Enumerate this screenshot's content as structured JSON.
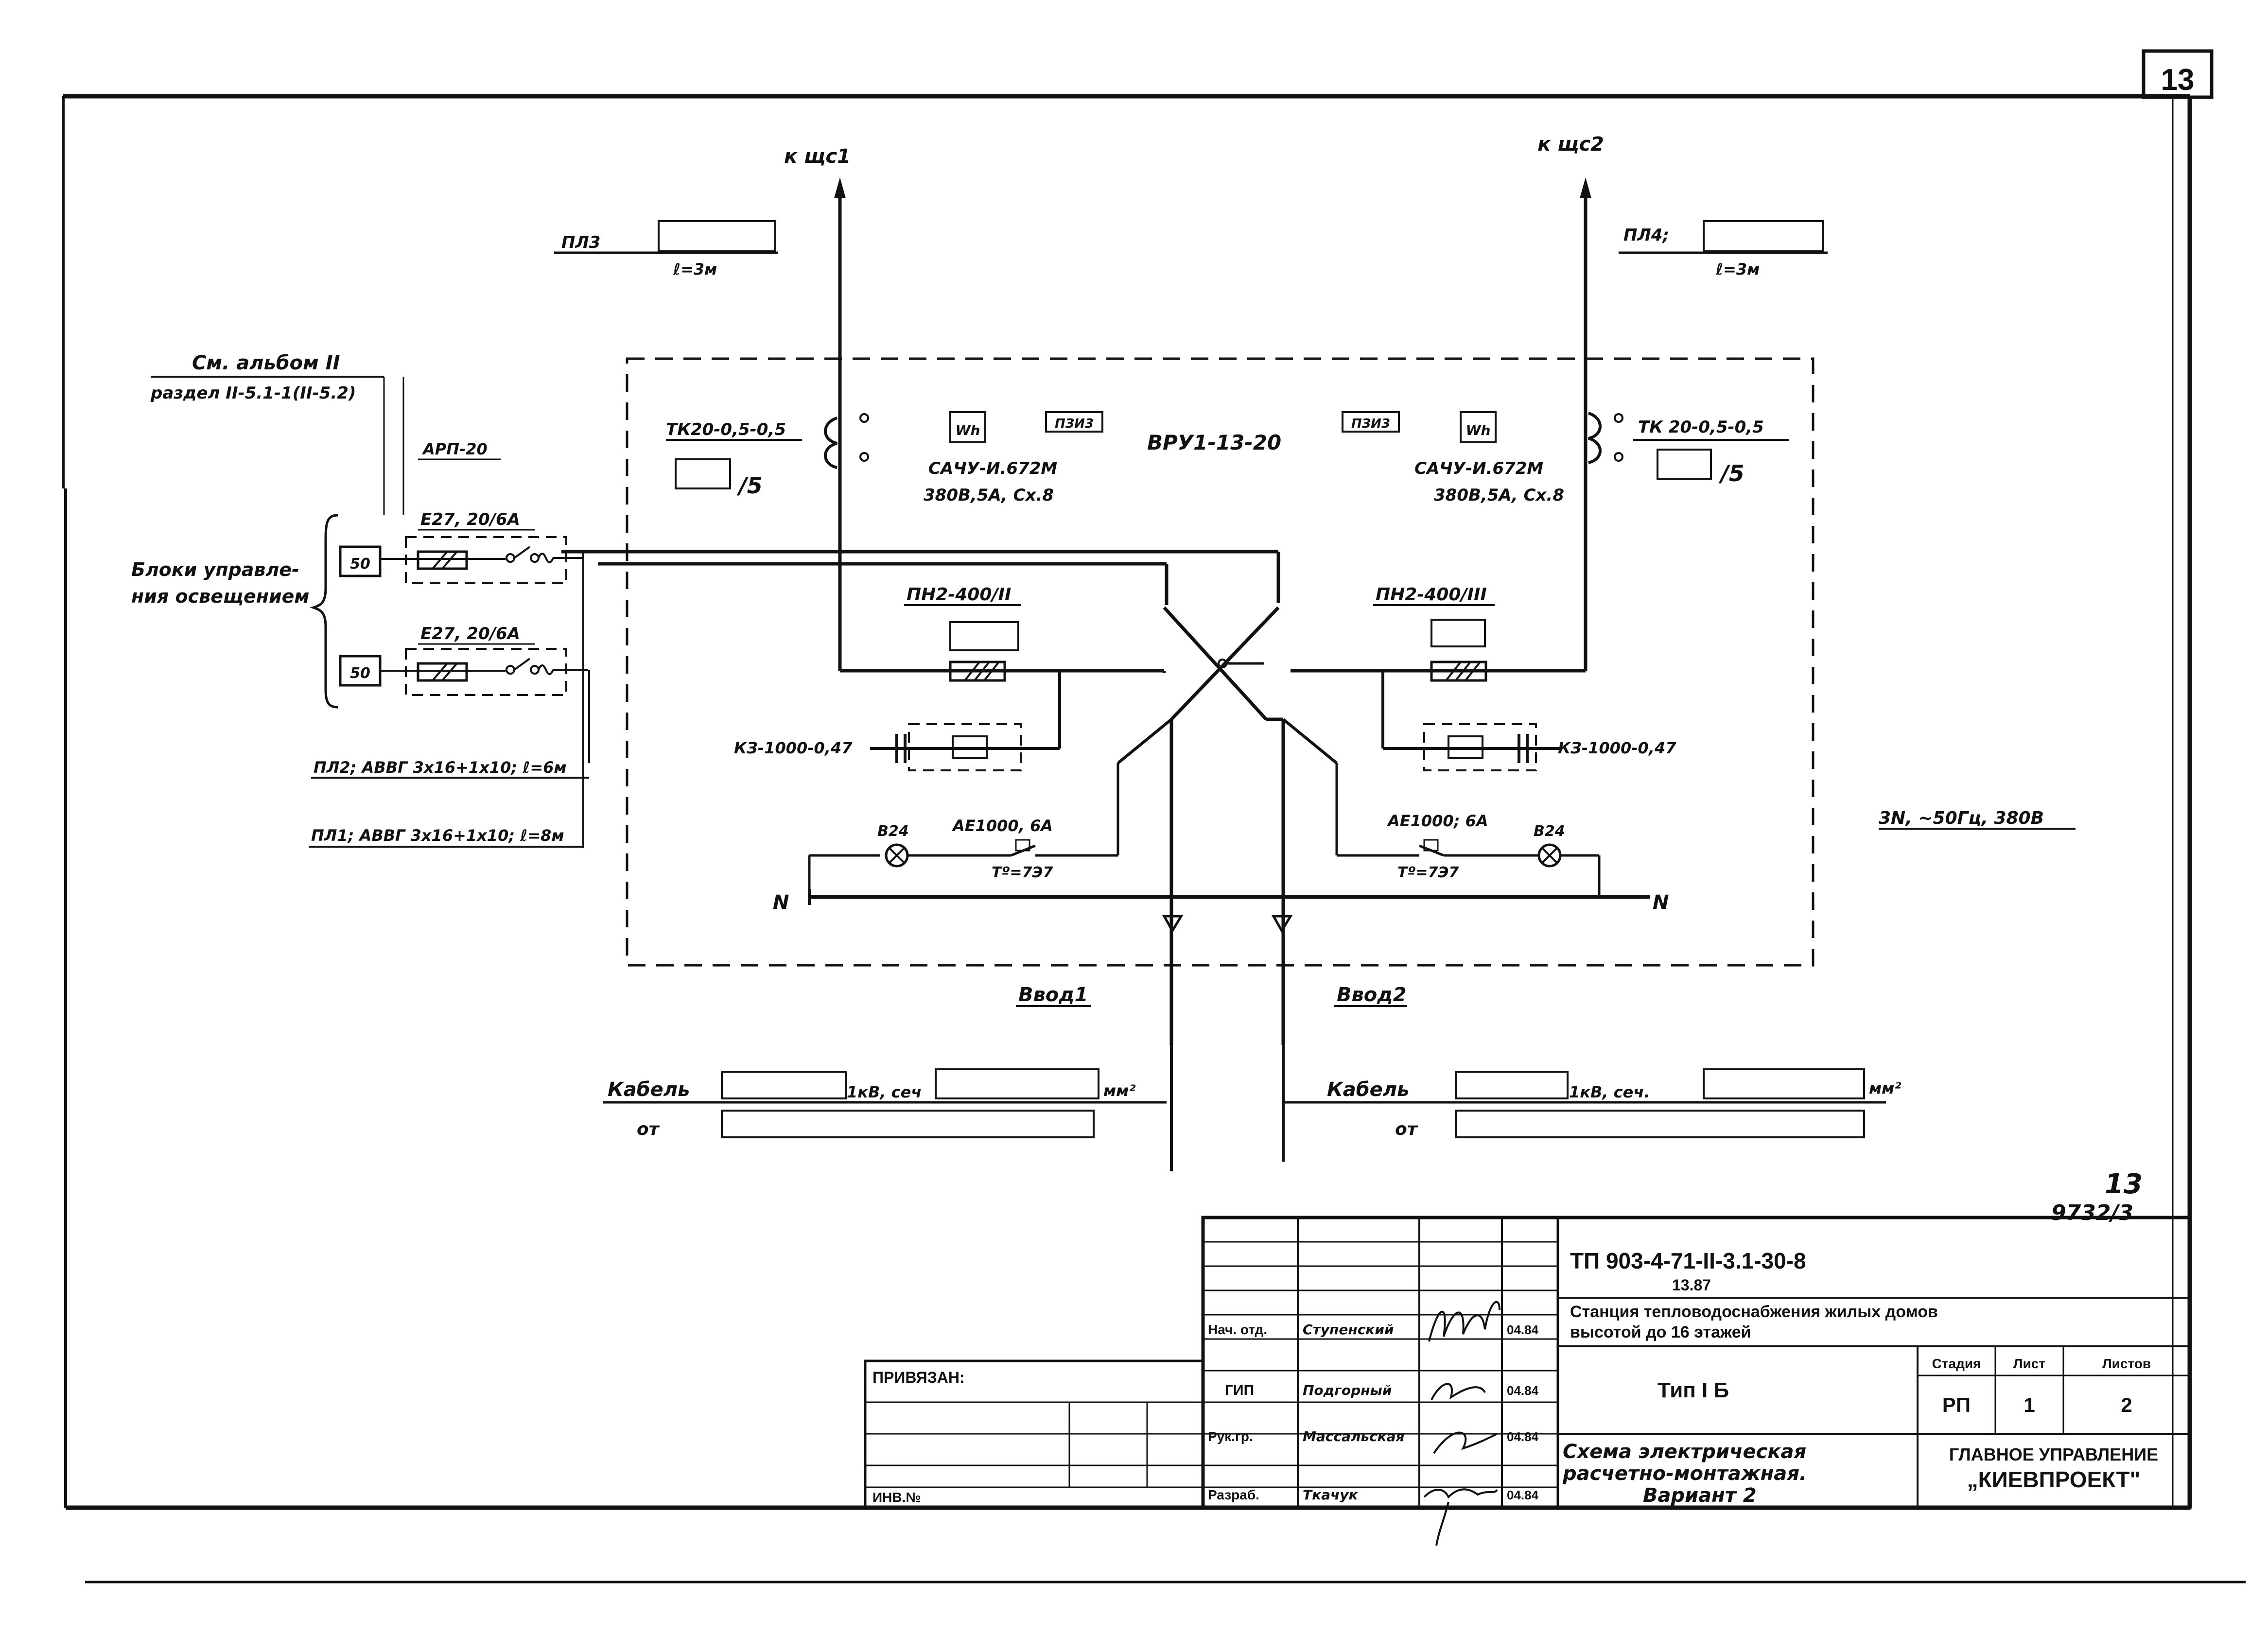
{
  "sheet_number": "13",
  "sheet_ref": "13",
  "archive_no": "9732/3",
  "feeders": {
    "left_to": "к щс1",
    "right_to": "к щс2",
    "left_line": "ПЛ3",
    "right_line": "ПЛ4;",
    "length_left": "ℓ=3м",
    "length_right": "ℓ=3м"
  },
  "panel": {
    "name": "ВРУ1-13-20",
    "ct_left": "ТК20-0,5-0,5",
    "ct_right": "ТК 20-0,5-0,5",
    "ct_ratio": "/5",
    "meter_symbol": "Wh",
    "meter_left": "САЧУ-И.672М",
    "meter_right": "САЧУ-И.672М",
    "meter_param_left": "380В,5А, Сх.8",
    "meter_param_right": "380В,5А, Сх.8",
    "terminal_left": "ПЗИ3",
    "terminal_right": "ПЗИ3",
    "fuse_left": "ПН2-400/II",
    "fuse_right": "ПН2-400/III",
    "cap_left": "КЗ-1000-0,47",
    "cap_right": "КЗ-1000-0,47",
    "breaker_left": "АЕ1000, 6А",
    "breaker_right": "АЕ1000; 6А",
    "trip_left": "Тº=7Э7",
    "trip_right": "Тº=7Э7",
    "lamp_left": "В24",
    "lamp_right": "В24",
    "neutral_left": "N",
    "neutral_right": "N",
    "supply": "3N, ~50Гц, 380В"
  },
  "lighting": {
    "ref_line1": "См. альбом II",
    "ref_line2": "раздел II-5.1-1(II-5.2)",
    "relay": "АРП-20",
    "unit_caption_1": "Блоки управле-",
    "unit_caption_2": "ния освещением",
    "block1": "50",
    "block2": "50",
    "fuse1": "Е27, 20/6А",
    "fuse2": "Е27, 20/6А",
    "cable_pl2": "ПЛ2; АВВГ 3х16+1х10; ℓ=6м",
    "cable_pl1": "ПЛ1; АВВГ 3х16+1х10; ℓ=8м"
  },
  "inputs": {
    "input1": "Ввод1",
    "input2": "Ввод2",
    "cable_left": "Кабель",
    "cable_right": "Кабель",
    "kv_left": "1кВ, сеч",
    "kv_right": "1кВ, сеч.",
    "unit_left": "мм²",
    "unit_right": "мм²",
    "from_left": "от",
    "from_right": "от"
  },
  "title_block": {
    "code": "ТП 903-4-71-II-3.1-30-8",
    "code_sub": "13.87",
    "project_line1": "Станция тепловодоснабжения жилых домов",
    "project_line2": "высотой до 16 этажей",
    "type": "Тип I Б",
    "drawing_title_1": "Схема электрическая",
    "drawing_title_2": "расчетно-монтажная.",
    "drawing_title_3": "Вариант 2",
    "stage_header": "Стадия",
    "sheet_header": "Лист",
    "sheets_header": "Листов",
    "stage": "РП",
    "sheet": "1",
    "sheets": "2",
    "org_1": "ГЛАВНОЕ УПРАВЛЕНИЕ",
    "org_2": "„КИЕВПРОЕКТ\"",
    "tied": "ПРИВЯЗАН:",
    "inv": "ИНВ.№",
    "roles": [
      {
        "role": "Нач. отд.",
        "name": "Ступенский",
        "date": "04.84"
      },
      {
        "role": "ГИП",
        "name": "Подгорный",
        "date": "04.84"
      },
      {
        "role": "Рук.гр.",
        "name": "Массальская",
        "date": "04.84"
      },
      {
        "role": "Разраб.",
        "name": "Ткачук",
        "date": "04.84"
      }
    ]
  }
}
